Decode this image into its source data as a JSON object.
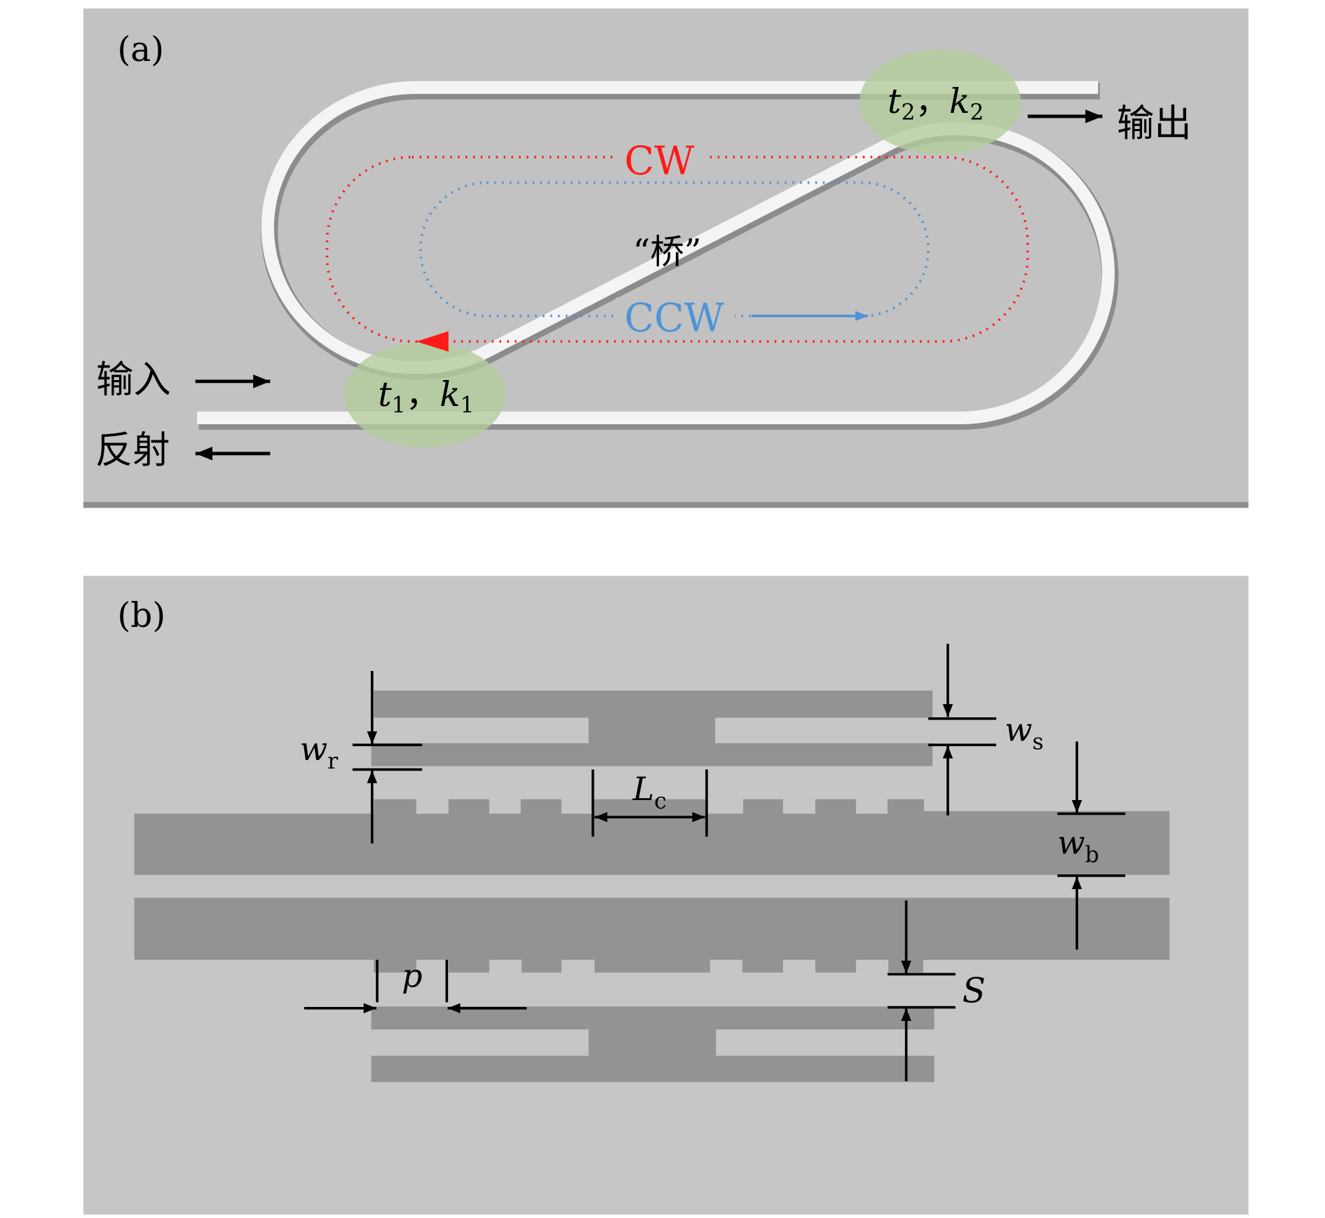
{
  "panel_a": {
    "label": "(a)",
    "cw": "CW",
    "ccw": "CCW",
    "bridge": "“桥”",
    "t1": "t",
    "t1_sub": "1",
    "k1": "k",
    "k1_sub": "1",
    "t2": "t",
    "t2_sub": "2",
    "k2": "k",
    "k2_sub": "2",
    "sep": "，",
    "input": "输入",
    "output": "输出",
    "reflect": "反射",
    "colors": {
      "cw": "#ff1a1a",
      "ccw": "#4f93d8",
      "coupler": "#b3cd9c",
      "bg": "#c2c2c2"
    }
  },
  "panel_b": {
    "label": "(b)",
    "wr": "w",
    "wr_sub": "r",
    "ws": "w",
    "ws_sub": "s",
    "wb": "w",
    "wb_sub": "b",
    "lc": "L",
    "lc_sub": "c",
    "p": "p",
    "s": "S",
    "colors": {
      "bg": "#c6c6c6",
      "guide": "#939393"
    }
  }
}
